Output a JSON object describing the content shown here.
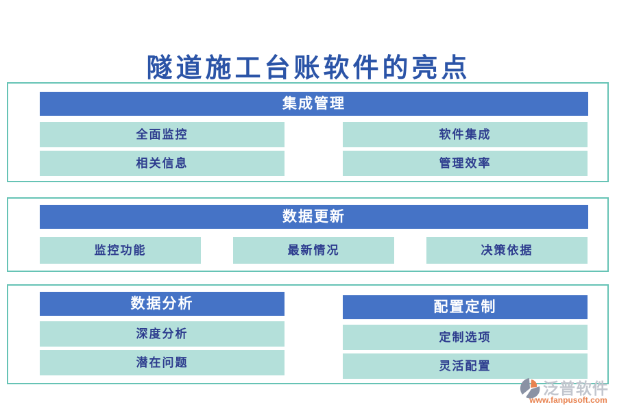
{
  "title": "隧道施工台账软件的亮点",
  "colors": {
    "title_blue": "#2B54A7",
    "header_blue": "#4573C6",
    "button_mint": "#B4E0DA",
    "button_text": "#2D3C8E",
    "border_teal": "#66C3B5",
    "logo_gray": "#C2C6CE",
    "logo_orange": "#E8824F",
    "logo_slate": "#8A92A4"
  },
  "sections": [
    {
      "header": "集成管理",
      "items": [
        "全面监控",
        "软件集成",
        "相关信息",
        "管理效率"
      ]
    },
    {
      "header": "数据更新",
      "items": [
        "监控功能",
        "最新情况",
        "决策依据"
      ]
    },
    {
      "columns": [
        {
          "header": "数据分析",
          "items": [
            "深度分析",
            "潜在问题"
          ]
        },
        {
          "header": "配置定制",
          "items": [
            "定制选项",
            "灵活配置"
          ]
        }
      ]
    }
  ],
  "logo": {
    "name": "泛普软件",
    "url": "www.fanpusoft.com"
  }
}
